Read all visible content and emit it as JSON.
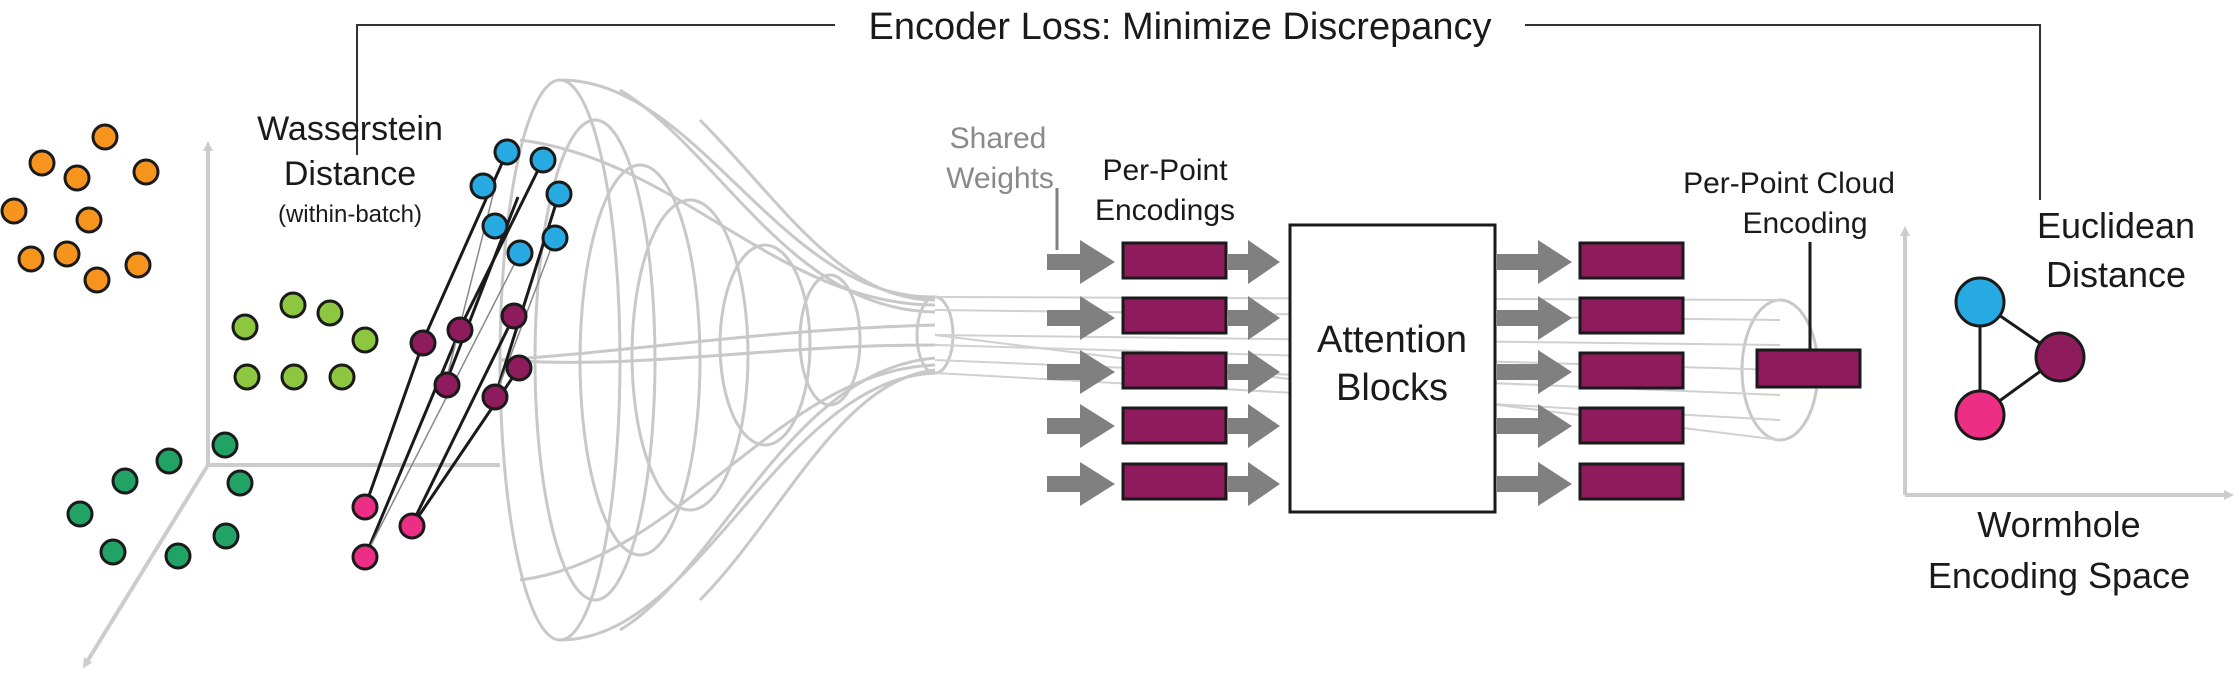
{
  "title": "Encoder Loss: Minimize Discrepancy",
  "wasserstein": {
    "line1": "Wasserstein",
    "line2": "Distance",
    "line3": "(within-batch)"
  },
  "shared_weights": {
    "line1": "Shared",
    "line2": "Weights"
  },
  "per_point_encodings": {
    "line1": "Per-Point",
    "line2": "Encodings"
  },
  "attention_blocks": {
    "line1": "Attention",
    "line2": "Blocks"
  },
  "cloud_encoding": {
    "line1": "Per-Point Cloud",
    "line2": "Encoding"
  },
  "euclidean": {
    "line1": "Euclidean",
    "line2": "Distance"
  },
  "space": {
    "line1": "Wormhole",
    "line2": "Encoding Space"
  },
  "colors": {
    "orange": "#f7941d",
    "light_green": "#8dc63f",
    "green": "#21a366",
    "blue": "#27aae1",
    "maroon": "#8e1b5c",
    "pink": "#ec2f84",
    "arrow_gray": "#808080",
    "axis_gray": "#cccccc",
    "funnel_gray": "#c8c8c8"
  }
}
